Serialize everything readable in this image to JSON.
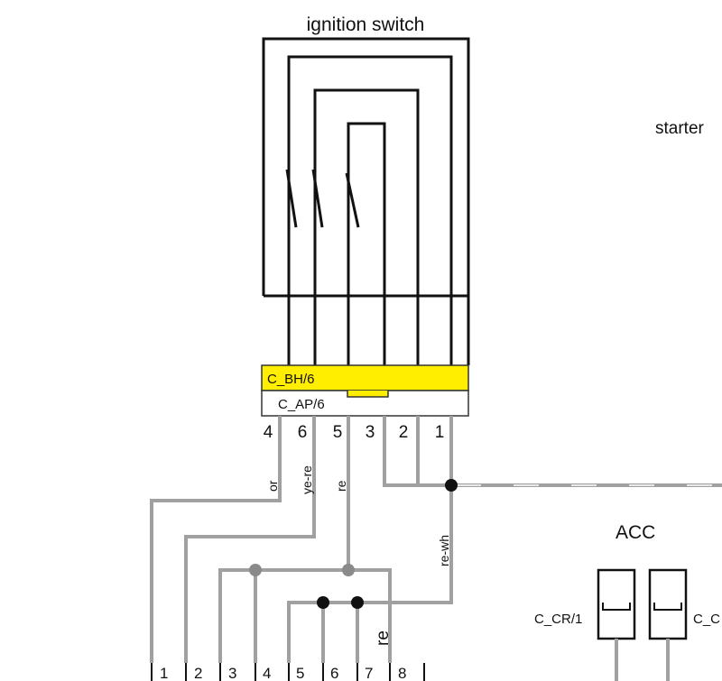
{
  "diagram": {
    "title": "ignition switch",
    "starter_label": "starter",
    "acc_label": "ACC",
    "connector_top": "C_BH/6",
    "connector_bottom": "C_AP/6",
    "acc_connector_1": "C_CR/1",
    "acc_connector_2": "C_C",
    "pins": [
      "4",
      "6",
      "5",
      "3",
      "2",
      "1"
    ],
    "wire_labels": {
      "or": "or",
      "ye_re": "ye-re",
      "re": "re",
      "re_wh": "re-wh",
      "re_lower": "re"
    },
    "bottom_terminals": [
      "1",
      "2",
      "3",
      "4",
      "5",
      "6",
      "7",
      "8"
    ],
    "colors": {
      "connector_yellow": "#ffee00",
      "wire_gray": "#a0a0a0",
      "junction": "#111111",
      "junction_gray": "#8a8a8a"
    }
  }
}
